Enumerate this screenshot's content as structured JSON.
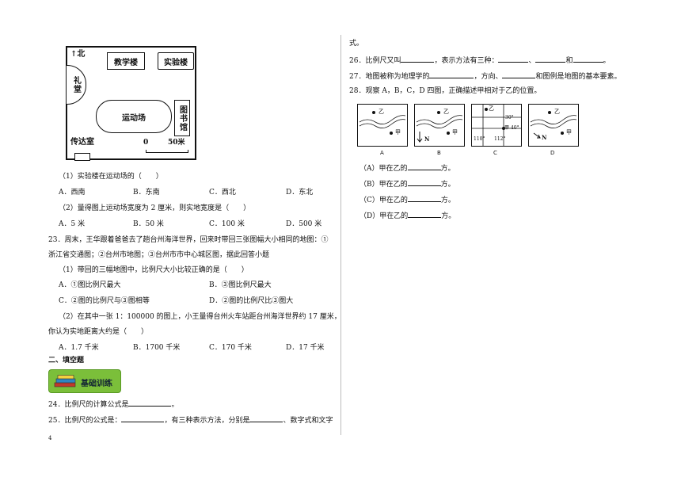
{
  "map": {
    "north": "北",
    "lab": "实验楼",
    "teaching": "教学楼",
    "hall": "礼堂",
    "track": "运动场",
    "library": "图书馆",
    "gate": "传达室",
    "scale_zero": "0",
    "scale_end": "50米"
  },
  "left": {
    "q1_stem": "（1）实验楼在运动场的（　　）",
    "q1_options": [
      "A．西南",
      "B．东南",
      "C．西北",
      "D．东北"
    ],
    "q2_stem": "（2）量得图上运动场宽度为 2 厘米，则实地宽度是（　　）",
    "q2_options": [
      "A．5 米",
      "B．50 米",
      "C．100 米",
      "D．500 米"
    ],
    "q23_line1": "23．周末，王华跟着爸爸去了趟台州海洋世界，回来时带回三张图幅大小相同的地图：①",
    "q23_line2": "浙江省交通图；②台州市地图；③台州市市中心城区图，据此回答小题",
    "q23_1_stem": "（1）带回的三幅地图中，比例尺大小比较正确的是（　　）",
    "q23_1_opts": [
      "A．①图比例尺最大",
      "B．③图比例尺最大",
      "C．②图的比例尺与③图相等",
      "D．②图的比例尺比③图大"
    ],
    "q23_2_line1": "（2）在其中一张 1：100000 的图上，小王量得台州火车站距台州海洋世界约 17 厘米，",
    "q23_2_line2": "你认为实地距离大约是（　　）",
    "q23_2_opts": [
      "A．1.7 千米",
      "B．1700 千米",
      "C．170 千米",
      "D．17 千米"
    ],
    "section": "二、填空题",
    "badge": "基础训练",
    "q24_pre": "24．比例尺的计算公式是",
    "q24_post": "。",
    "q25_pre": "25．比例尺的公式是：",
    "q25_mid1": "，有三种表示方法，分别是",
    "q25_mid2": "、数字式和文字",
    "page_number": "4"
  },
  "right": {
    "cont": "式。",
    "q26_pre": "26．比例尺又叫",
    "q26_mid": "，表示方法有三种：",
    "q26_sep": "、",
    "q26_and": "和",
    "q26_end": "。",
    "q27_pre": "27．地图被称为地理学的",
    "q27_mid1": "，方向、",
    "q27_mid2": "和图例是地图的基本要素。",
    "q28": "28．观察 A，B，C，D 四图，正确描述甲相对于乙的位置。",
    "maps": [
      {
        "label": "A",
        "a": "乙",
        "b": "甲"
      },
      {
        "label": "B",
        "a": "乙",
        "b": "甲",
        "n": "N"
      },
      {
        "label": "C",
        "a": "乙",
        "b": "甲",
        "lat1": "30°",
        "lat2": "40°",
        "lon1": "110°",
        "lon2": "112°"
      },
      {
        "label": "D",
        "a": "乙",
        "b": "甲",
        "n": "N"
      }
    ],
    "answers": [
      {
        "pre": "（A）甲在乙的",
        "post": "方。"
      },
      {
        "pre": "（B）甲在乙的",
        "post": "方。"
      },
      {
        "pre": "（C）甲在乙的",
        "post": "方。"
      },
      {
        "pre": "（D）甲在乙的",
        "post": "方。"
      }
    ]
  }
}
